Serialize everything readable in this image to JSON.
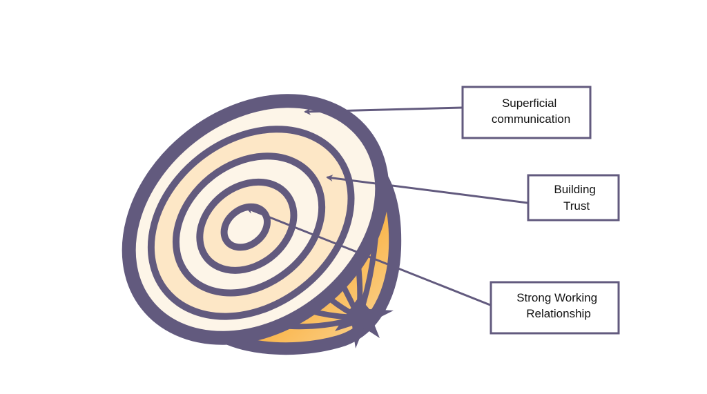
{
  "diagram": {
    "colors": {
      "outline": "#625a7e",
      "light": "#fdf5e8",
      "mid": "#fde7c6",
      "bulb": "#fbc46e",
      "bulb_dark": "#f8ae3c"
    },
    "labels": [
      {
        "line1": "Superficial",
        "line2": "communication"
      },
      {
        "line1": "Building",
        "line2": "Trust"
      },
      {
        "line1": "Strong Working",
        "line2": "Relationship"
      }
    ]
  }
}
